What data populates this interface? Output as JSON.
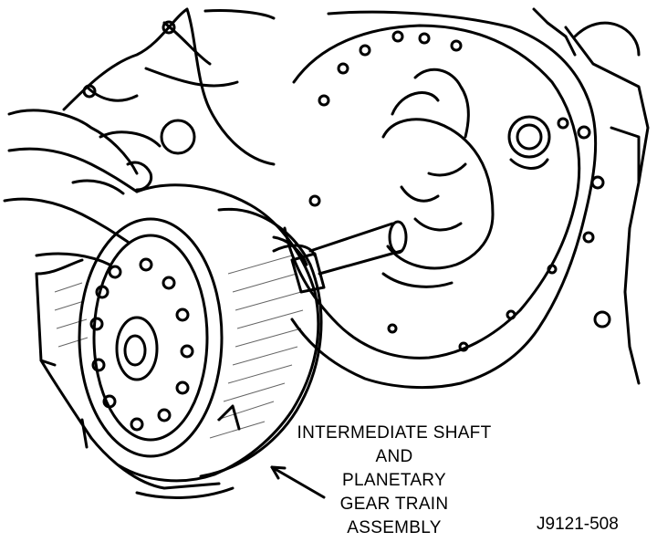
{
  "callout": {
    "line1": "INTERMEDIATE SHAFT",
    "line2": "AND",
    "line3": "PLANETARY",
    "line4": "GEAR TRAIN",
    "line5": "ASSEMBLY"
  },
  "figure_id": "J9121-508",
  "colors": {
    "ink": "#000000",
    "paper": "#ffffff"
  }
}
